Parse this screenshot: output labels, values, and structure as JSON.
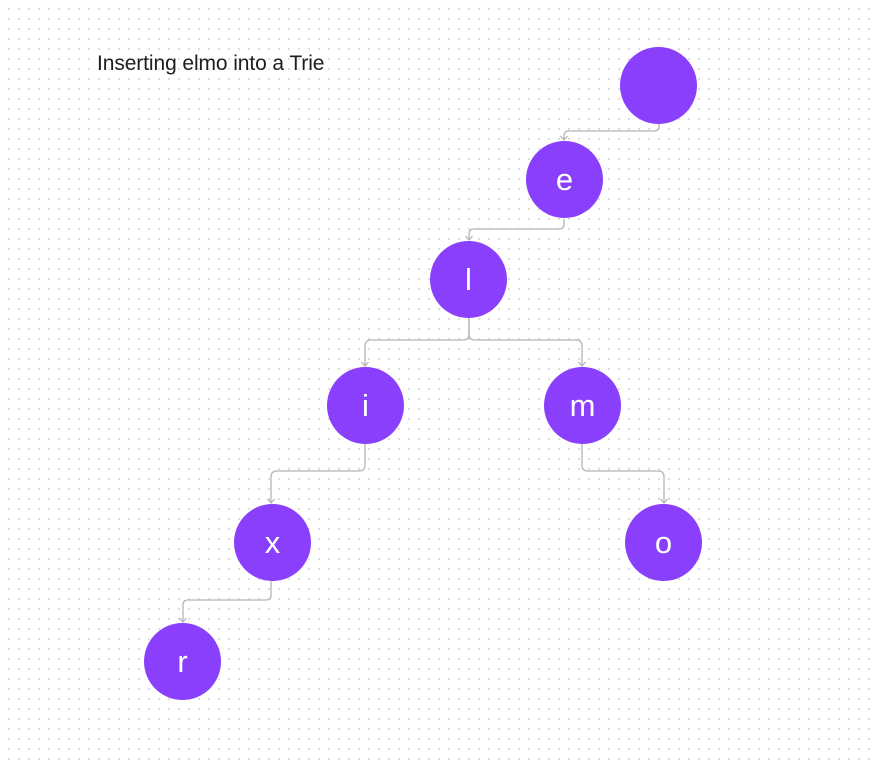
{
  "title": "Inserting elmo into a Trie",
  "accent_color": "#8a3ffc",
  "edge_color": "#b5b5b5",
  "nodes": {
    "root": "",
    "e": "e",
    "l": "l",
    "i": "i",
    "m": "m",
    "x": "x",
    "o": "o",
    "r": "r"
  }
}
